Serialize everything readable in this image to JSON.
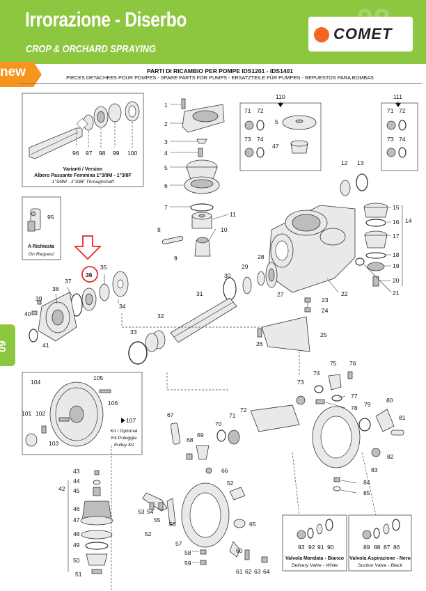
{
  "header": {
    "title": "Irrorazione - Diserbo",
    "subtitle": "CROP & ORCHARD SPRAYING",
    "logo_text": "COMET",
    "watermark": "08",
    "new_label": "new",
    "side_tab": "09"
  },
  "heading": {
    "title": "PARTI DI RICAMBIO PER POMPE IDS1201 - IDS1401",
    "subtitle": "PIECES DETACHEES POUR POMPES - SPARE PARTS FOR PUMPS - ERSATZTEILE FÜR PUMPEN - REPUESTOS PARA BOMBAS"
  },
  "captions": {
    "variant_line1": "Varianti / Version",
    "variant_line2": "Albero Passante Femmina 1\"3/8M - 1\"3/8F",
    "variant_line3": "1\"3/8M - 1\"3/8F Throughshaft",
    "on_request_line1": "A Richiesta",
    "on_request_line2": "On Request",
    "pulley_line1": "Kit / Optional",
    "pulley_line2": "Kit Puleggia",
    "pulley_line3": "Pulley Kit",
    "delivery_line1": "Valvola Mandata - Bianco",
    "delivery_line2": "Delivery Valve - White",
    "suction_line1": "Valvola Aspirazione - Nero",
    "suction_line2": "Suction Valve - Black"
  },
  "labels": {
    "p1": "1",
    "p2": "2",
    "p3": "3",
    "p4": "4",
    "p5": "5",
    "p6": "6",
    "p7": "7",
    "p8": "8",
    "p9": "9",
    "p10": "10",
    "p11": "11",
    "p12": "12",
    "p13": "13",
    "p14": "14",
    "p15": "15",
    "p16": "16",
    "p17": "17",
    "p18": "18",
    "p19": "19",
    "p20": "20",
    "p21": "21",
    "p22": "22",
    "p23": "23",
    "p24": "24",
    "p25": "25",
    "p26": "26",
    "p27": "27",
    "p28": "28",
    "p29": "29",
    "p30": "30",
    "p31": "31",
    "p32": "32",
    "p33": "33",
    "p34": "34",
    "p35": "35",
    "p36": "36",
    "p37": "37",
    "p38": "38",
    "p39": "39",
    "p40": "40",
    "p41": "41",
    "p42": "42",
    "p43": "43",
    "p44": "44",
    "p45": "45",
    "p46": "46",
    "p47": "47",
    "p48": "48",
    "p49": "49",
    "p50": "50",
    "p51": "51",
    "p52": "52",
    "p53": "53",
    "p54": "54",
    "p55": "55",
    "p56": "56",
    "p57": "57",
    "p58": "58",
    "p59": "59",
    "p60": "60",
    "p61": "61",
    "p62": "62",
    "p63": "63",
    "p64": "64",
    "p65": "65",
    "p66": "66",
    "p67": "67",
    "p68": "68",
    "p69": "69",
    "p70": "70",
    "p71": "71",
    "p72": "72",
    "p73": "73",
    "p74": "74",
    "p75": "75",
    "p76": "76",
    "p77": "77",
    "p78": "78",
    "p79": "79",
    "p80": "80",
    "p81": "81",
    "p82": "82",
    "p83": "83",
    "p84": "84",
    "p85": "85",
    "p86": "86",
    "p87": "87",
    "p88": "88",
    "p89": "89",
    "p90": "90",
    "p91": "91",
    "p92": "92",
    "p93": "93",
    "p95": "95",
    "p96": "96",
    "p97": "97",
    "p98": "98",
    "p99": "99",
    "p100": "100",
    "p101": "101",
    "p102": "102",
    "p103": "103",
    "p104": "104",
    "p105": "105",
    "p106": "106",
    "p107": "107",
    "p110": "110",
    "p111": "111"
  },
  "colors": {
    "brand_green": "#8dc63f",
    "logo_orange": "#f26522",
    "highlight_red": "#e8262b"
  }
}
